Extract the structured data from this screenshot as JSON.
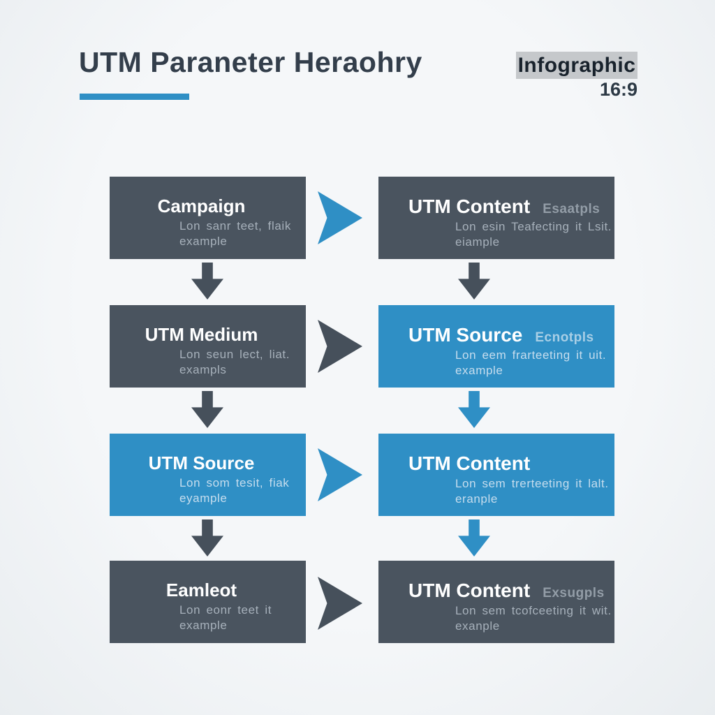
{
  "header": {
    "title": "UTM Paraneter Heraohry",
    "badge_label": "Infographic",
    "aspect_ratio": "16:9"
  },
  "colors": {
    "accent_blue": "#2f8fc5",
    "dark_box": "#4a545f",
    "dark_arrow": "#46505b",
    "badge_bg": "#c5c8cb",
    "title_text": "#333e4b",
    "background": "#f1f4f6"
  },
  "boxes": [
    {
      "title": "Campaign",
      "side_label": "",
      "line1": "Lon sanr teet, flaik",
      "line2": "example",
      "color": "dark"
    },
    {
      "title": "UTM Content",
      "side_label": "Esaatpls",
      "line1": "Lon esin Teafecting it Lsit.",
      "line2": "eiample",
      "color": "dark"
    },
    {
      "title": "UTM Medium",
      "side_label": "",
      "line1": "Lon seun lect, liat.",
      "line2": "exampls",
      "color": "dark"
    },
    {
      "title": "UTM Source",
      "side_label": "Ecnotpls",
      "line1": "Lon eem frarteeting it uit.",
      "line2": "example",
      "color": "blue"
    },
    {
      "title": "UTM Source",
      "side_label": "",
      "line1": "Lon som tesit, fiak",
      "line2": "eyample",
      "color": "blue"
    },
    {
      "title": "UTM Content",
      "side_label": "",
      "line1": "Lon sem trerteeting it lalt.",
      "line2": "eranple",
      "color": "blue"
    },
    {
      "title": "Eamleot",
      "side_label": "",
      "line1": "Lon eonr teet it",
      "line2": "example",
      "color": "dark"
    },
    {
      "title": "UTM Content",
      "side_label": "Exsugpls",
      "line1": "Lon sem tcofceeting it wit.",
      "line2": "exanple",
      "color": "dark"
    }
  ],
  "arrows": {
    "horizontal": [
      "blue",
      "dark",
      "blue",
      "dark"
    ],
    "vertical_left": [
      "dark",
      "dark",
      "dark"
    ],
    "vertical_right": [
      "dark",
      "blue",
      "blue"
    ]
  }
}
